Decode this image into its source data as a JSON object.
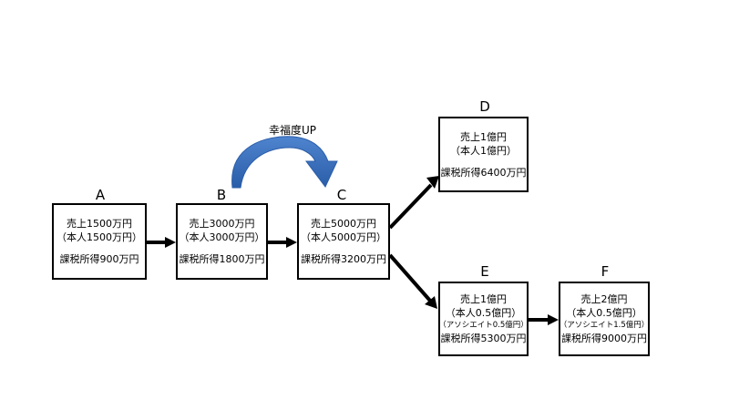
{
  "nodes": {
    "A": {
      "letter": "A",
      "sales": "売上1500万円",
      "self": "（本人1500万円）",
      "income": "課税所得900万円"
    },
    "B": {
      "letter": "B",
      "sales": "売上3000万円",
      "self": "（本人3000万円）",
      "income": "課税所得1800万円"
    },
    "C": {
      "letter": "C",
      "sales": "売上5000万円",
      "self": "（本人5000万円）",
      "income": "課税所得3200万円"
    },
    "D": {
      "letter": "D",
      "sales": "売上1億円",
      "self": "（本人1億円）",
      "income": "課税所得6400万円"
    },
    "E": {
      "letter": "E",
      "sales": "売上1億円",
      "self": "（本人0.5億円）",
      "associate": "（アソシエイト0.5億円）",
      "income": "課税所得5300万円"
    },
    "F": {
      "letter": "F",
      "sales": "売上2億円",
      "self": "（本人0.5億円）",
      "associate": "（アソシエイト1.5億円）",
      "income": "課税所得9000万円"
    }
  },
  "happiness_label": "幸福度UP",
  "colors": {
    "arc_fill": "#2f67b8",
    "arc_highlight": "#4f84cf",
    "line": "#000000"
  }
}
